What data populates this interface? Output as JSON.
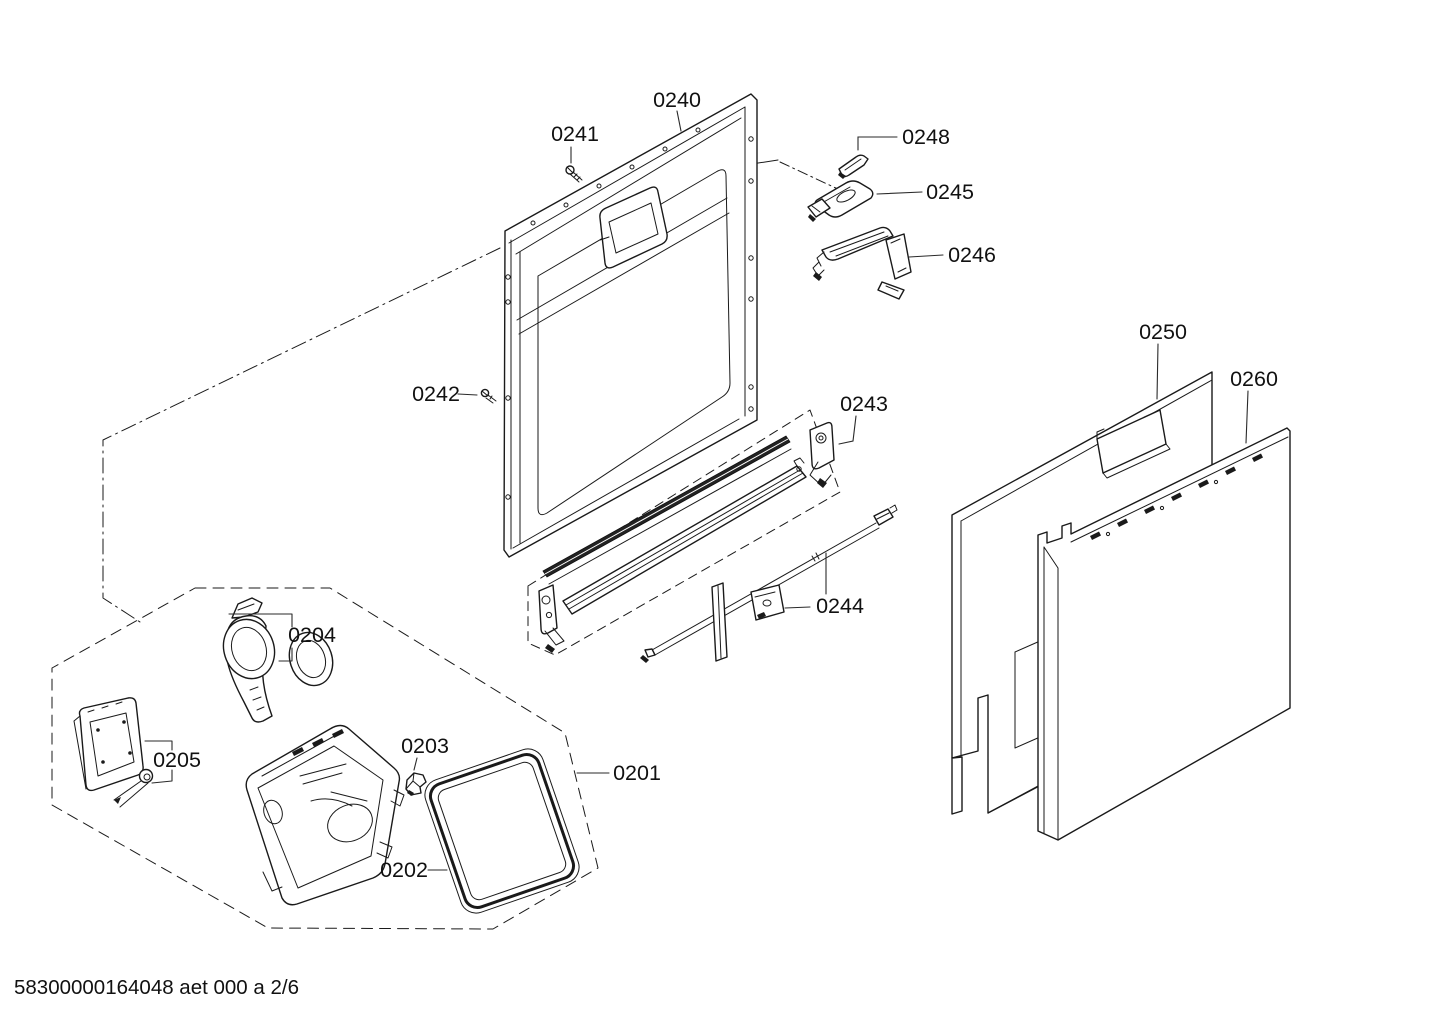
{
  "diagram": {
    "footer": "58300000164048 aet 000 a 2/6",
    "colors": {
      "background": "#ffffff",
      "line": "#1a1a1a"
    },
    "parts": {
      "p0201": "0201",
      "p0202": "0202",
      "p0203": "0203",
      "p0204": "0204",
      "p0205": "0205",
      "p0240": "0240",
      "p0241": "0241",
      "p0242": "0242",
      "p0243": "0243",
      "p0244": "0244",
      "p0245": "0245",
      "p0246": "0246",
      "p0248": "0248",
      "p0250": "0250",
      "p0260": "0260"
    }
  }
}
